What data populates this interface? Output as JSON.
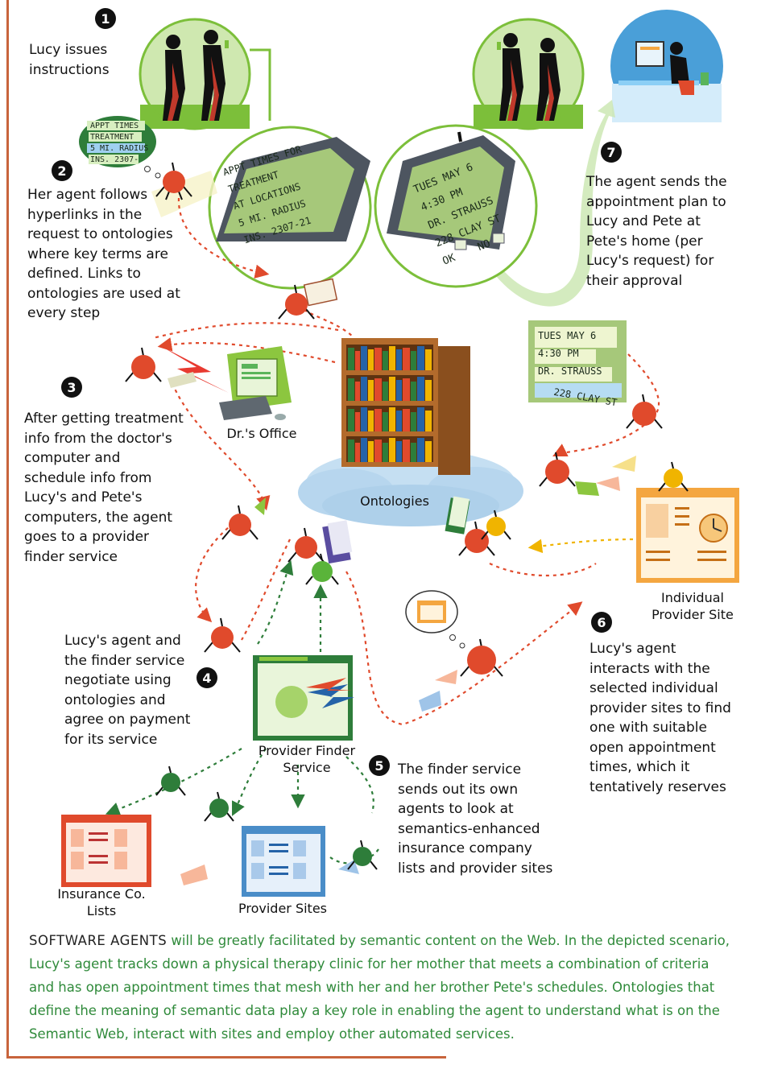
{
  "steps": [
    {
      "num": "1",
      "text": "Lucy issues instructions"
    },
    {
      "num": "2",
      "text": "Her agent follows hyperlinks in the request to ontologies where key terms are defined. Links to ontologies are used at every step"
    },
    {
      "num": "3",
      "text": "After getting treatment info from the doctor's computer and schedule info from Lucy's and Pete's computers, the agent goes to a provider finder service"
    },
    {
      "num": "4",
      "text": "Lucy's agent and the finder service negotiate using ontologies and agree on payment for its service"
    },
    {
      "num": "5",
      "text": "The finder service sends out its own agents to look at semantics-enhanced insurance company lists and provider sites"
    },
    {
      "num": "6",
      "text": "Lucy's agent interacts with the selected individual provider sites to find one with suitable open appointment times, which it tentatively reserves"
    },
    {
      "num": "7",
      "text": "The agent sends the appointment plan to Lucy and Pete at Pete's home (per Lucy's request) for their approval"
    }
  ],
  "labels": {
    "dr_office": "Dr.'s Office",
    "ontologies": "Ontologies",
    "individual_provider_site": "Individual Provider Site",
    "provider_finder_service": "Provider Finder Service",
    "insurance_lists": "Insurance Co. Lists",
    "provider_sites": "Provider Sites"
  },
  "device_request": {
    "line1": "APPT TIMES FOR",
    "line2": "TREATMENT",
    "line3": "AT LOCATIONS",
    "line4": "5 MI. RADIUS",
    "line5": "INS. 2307-21"
  },
  "thought_bubble": {
    "line1": "APPT TIMES",
    "line2": "TREATMENT",
    "line3": "5 MI. RADIUS",
    "line4": "INS. 2307-"
  },
  "device_reply": {
    "line1": "TUES MAY 6",
    "line2": "4:30 PM",
    "line3": "DR. STRAUSS",
    "line4": "228 CLAY ST",
    "ok": "OK",
    "no": "NO"
  },
  "note_card": {
    "line1": "TUES MAY 6",
    "line2": "4:30 PM",
    "line3": "DR. STRAUSS",
    "line4": "228 CLAY ST"
  },
  "caption": {
    "lead": "SOFTWARE AGENTS",
    "body": " will be greatly facilitated by semantic content on the Web. In the depicted scenario, Lucy's agent tracks down a physical therapy clinic for her mother that meets a combination of criteria and has open appointment times that mesh with her and her brother Pete's schedules. Ontologies that define the meaning of semantic data play a key role in enabling the agent to understand what is on the Semantic Web, interact with sites and employ other automated services."
  },
  "colors": {
    "frame": "#c8643c",
    "caption_text": "#2f8a3a",
    "agent_red": "#e04a2c",
    "agent_green": "#2e7d3a",
    "dashed_red": "#e04a2c",
    "dashed_green": "#2e7d3a",
    "dashed_yellow": "#f0b400",
    "screen_green": "#c9e8a5"
  }
}
